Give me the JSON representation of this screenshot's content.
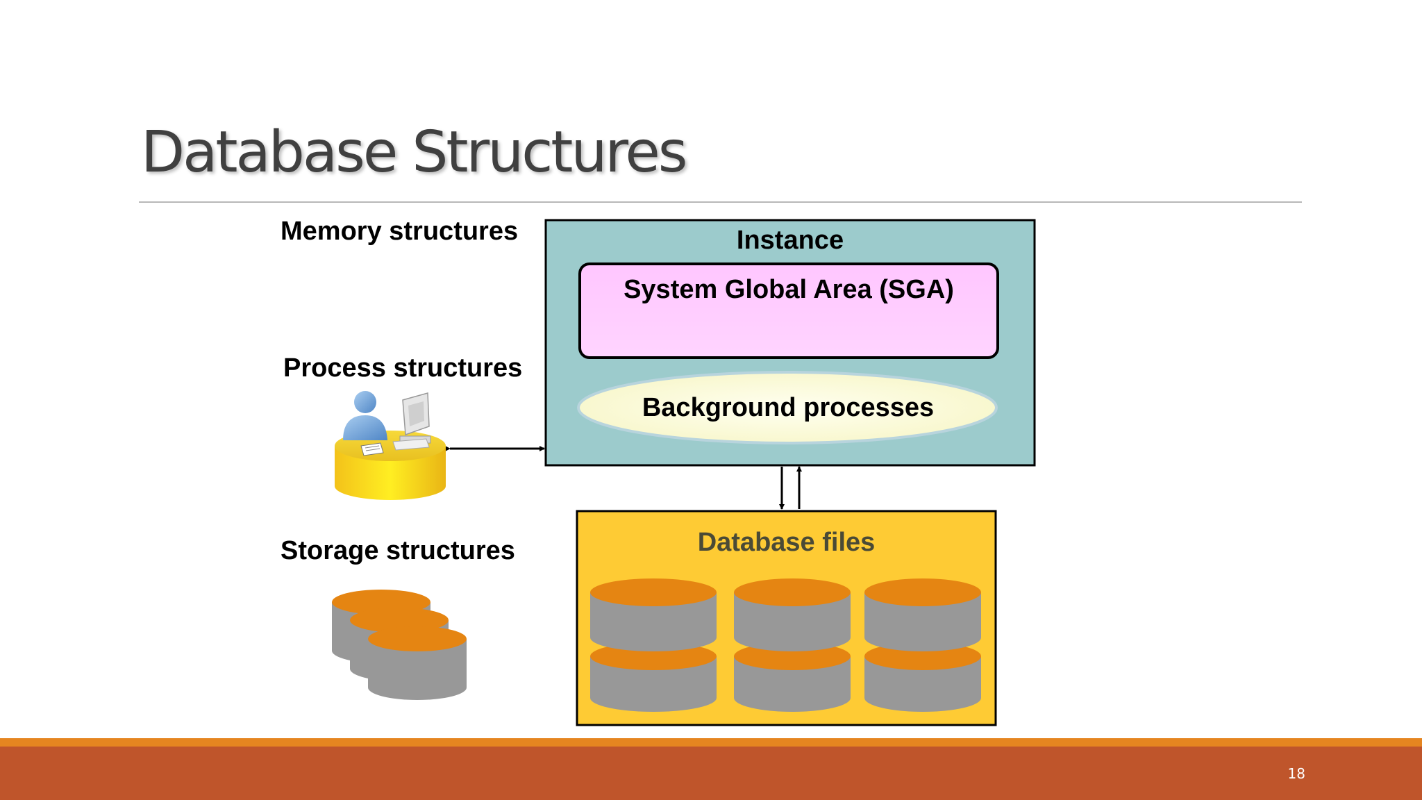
{
  "slide": {
    "title": "Database Structures",
    "page_number": "18"
  },
  "labels": {
    "memory": "Memory structures",
    "process": "Process structures",
    "storage": "Storage structures"
  },
  "instance": {
    "title": "Instance",
    "sga": "System Global Area (SGA)",
    "background": "Background processes"
  },
  "database_files": {
    "title": "Database files"
  },
  "colors": {
    "instance_fill": "#9ccbcc",
    "sga_fill": "#ffc8ff",
    "background_fill": "#fdfcd8",
    "dbfiles_fill": "#fecb34",
    "disk_top": "#e58512",
    "disk_body": "#989898",
    "footer_band": "#bf552b",
    "footer_accent": "#e58520"
  }
}
